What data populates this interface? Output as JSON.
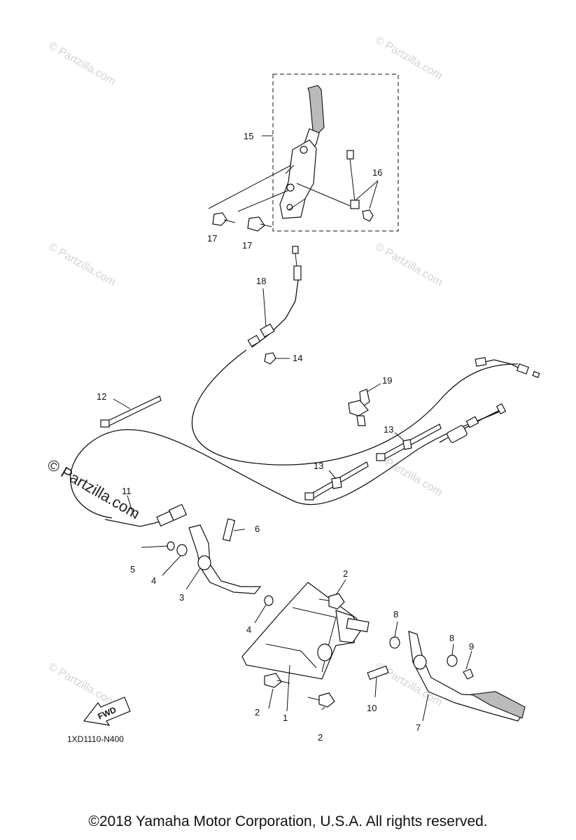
{
  "diagram": {
    "callouts": [
      "15",
      "16",
      "17",
      "17",
      "18",
      "14",
      "19",
      "12",
      "13",
      "13",
      "11",
      "6",
      "5",
      "4",
      "3",
      "2",
      "8",
      "8",
      "9",
      "4",
      "10",
      "7",
      "2",
      "1",
      "2"
    ],
    "drawing_code": "1XD1110-N400",
    "fwd_label": "FWD",
    "watermark": "© Partzilla.com",
    "watermark_prominent": "© Partzilla.com"
  },
  "footer": {
    "copyright": "©2018 Yamaha Motor Corporation, U.S.A. All rights reserved."
  }
}
